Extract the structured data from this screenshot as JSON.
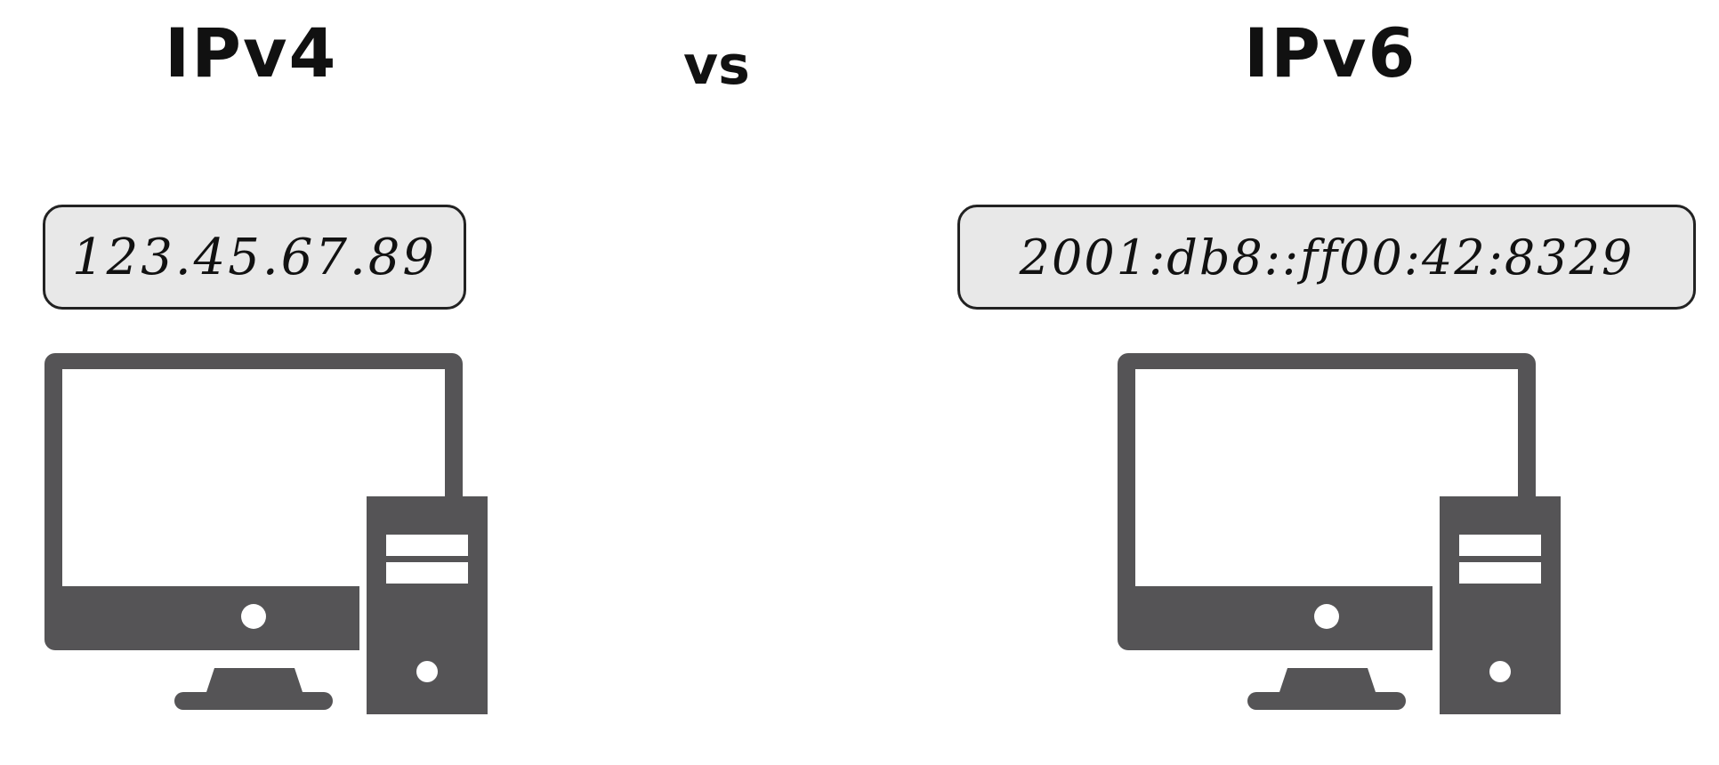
{
  "ipv4": {
    "title": "IPv4",
    "address": "123.45.67.89"
  },
  "comparison": {
    "label": "vs"
  },
  "ipv6": {
    "title": "IPv6",
    "address": "2001:db8::ff00:42:8329"
  },
  "colors": {
    "device": "#555456",
    "address_box_fill": "#e8e8e8",
    "outline": "#222222",
    "text": "#111111"
  },
  "icons": {
    "left_device": "desktop-computer-icon",
    "right_device": "desktop-computer-icon"
  }
}
